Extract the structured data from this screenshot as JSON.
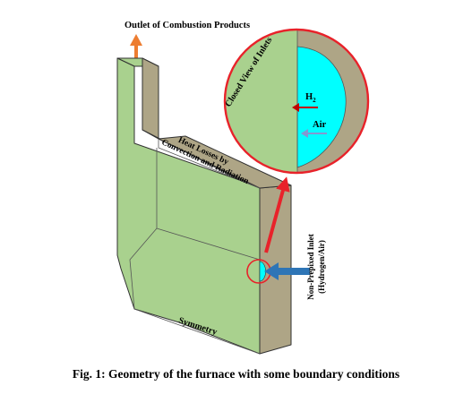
{
  "diagram": {
    "labels": {
      "outlet": "Outlet of Combustion Products",
      "closed_view": "Closed View of Inlets",
      "h2": "H",
      "h2_subscript": "2",
      "air": "Air",
      "heat_losses_line1": "Heat Losses by",
      "heat_losses_line2": "Convection and Radiation",
      "inlet_line1": "Non-Prepixed Inlet",
      "inlet_line2": "(Hydrogen/Air)",
      "symmetry": "Symmetry"
    },
    "caption": "Fig. 1: Geometry of the furnace with some boundary conditions"
  },
  "colors": {
    "furnace_face": "#a9d18e",
    "furnace_side": "#aea586",
    "outline": "#333333",
    "inlet_fill": "#00ffff",
    "highlight_circle": "#e8222a",
    "outlet_arrow": "#ed7d31",
    "inlet_arrow": "#2e75b6",
    "h2_arrow": "#c00000",
    "air_arrow": "#8497d0"
  }
}
